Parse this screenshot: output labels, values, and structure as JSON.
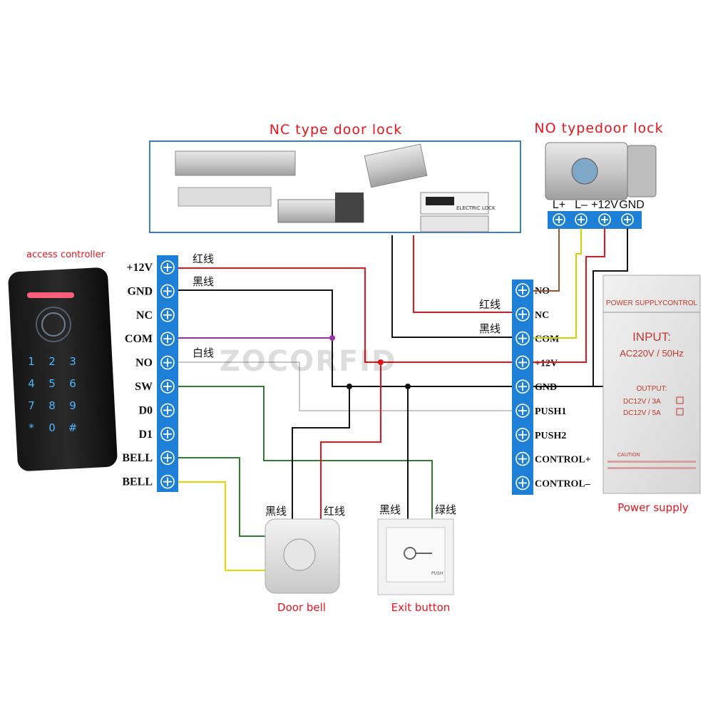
{
  "nc_lock": {
    "title": "NC type door lock",
    "panel_labels": [
      "ELECTRIC LOCK"
    ]
  },
  "no_lock": {
    "title": "NO typedoor lock",
    "terminals": [
      "L+",
      "L–",
      "+12V",
      "GND"
    ]
  },
  "access_controller": {
    "title": "access controller",
    "keypad": [
      "1",
      "2",
      "3",
      "4",
      "5",
      "6",
      "7",
      "8",
      "9",
      "*",
      "0",
      "#"
    ],
    "terminals": [
      "+12V",
      "GND",
      "NC",
      "COM",
      "NO",
      "SW",
      "D0",
      "D1",
      "BELL",
      "BELL"
    ]
  },
  "power_terminals": [
    "NO",
    "NC",
    "COM",
    "+12V",
    "GND",
    "PUSH1",
    "PUSH2",
    "CONTROL+",
    "CONTROL–"
  ],
  "wire_labels": {
    "red_left": "红线",
    "black_left": "黑线",
    "white_left": "白线",
    "red_right": "红线",
    "black_right": "黑线",
    "bell_black": "黑线",
    "bell_red": "红线",
    "exit_black": "黑线",
    "exit_green": "绿线"
  },
  "watermark": "ZOCORFID",
  "power_supply": {
    "header": "POWER SUPPLYCONTROL",
    "input_label": "INPUT:",
    "input_value": "AC220V / 50Hz",
    "output_label": "OUTPUT:",
    "output_1": "DC12V  / 3A",
    "output_2": "DC12V  / 5A",
    "caution": "CAUTION",
    "caption": "Power supply"
  },
  "door_bell": {
    "caption": "Door bell"
  },
  "exit_button": {
    "caption": "Exit button",
    "label": "PUSH"
  },
  "colors": {
    "red_wire": "#e8141c",
    "black_wire": "#111111",
    "purple_wire": "#9b2fae",
    "white_wire": "#c8c8c8",
    "green_wire": "#2e7d32",
    "yellow_wire": "#e6d800",
    "brown_wire": "#a0522d",
    "terminal_blue": "#1e7fd6",
    "caption_red": "#e8141c"
  }
}
